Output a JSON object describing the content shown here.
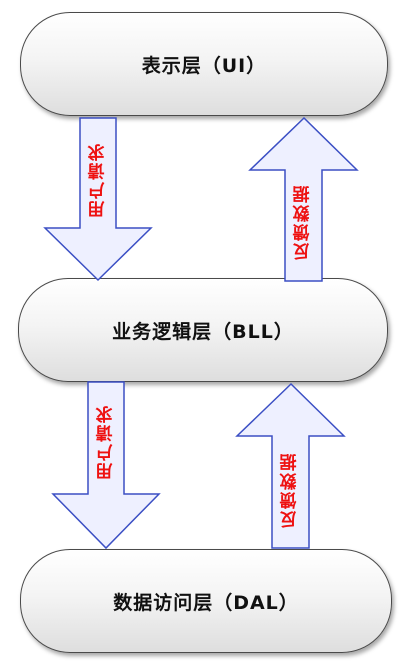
{
  "layers": {
    "ui": "表示层（UI）",
    "bll": "业务逻辑层（BLL）",
    "dal": "数据访问层（DAL）"
  },
  "arrows": {
    "request_top": "用户请求",
    "feedback_top": "反馈数据",
    "request_bottom": "用户请求",
    "feedback_bottom": "反馈数据"
  },
  "colors": {
    "arrow_fill": "#eef0ff",
    "arrow_stroke": "#3b4fc4",
    "label": "#ee1111"
  }
}
